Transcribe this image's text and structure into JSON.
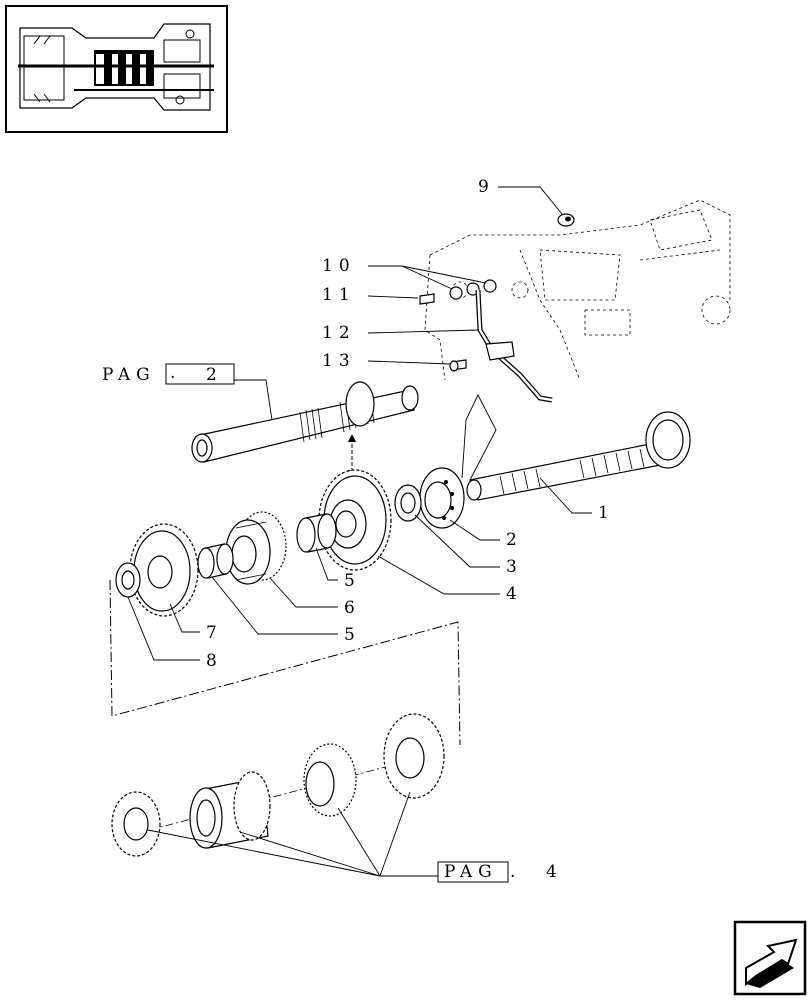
{
  "callouts": {
    "c1": "1",
    "c2": "2",
    "c3": "3",
    "c4": "4",
    "c5a": "5",
    "c5b": "5",
    "c6": "6",
    "c7": "7",
    "c8": "8",
    "c9": "9",
    "c10": "10",
    "c11": "11",
    "c12": "12",
    "c13": "13"
  },
  "page_refs": {
    "top": {
      "prefix": "PAG",
      "number": "2"
    },
    "bottom": {
      "prefix": "PAG",
      "number": "4"
    }
  },
  "icons": {
    "thumbnail": "transmission-section-thumbnail-icon",
    "next_page": "next-page-arrow-icon"
  }
}
